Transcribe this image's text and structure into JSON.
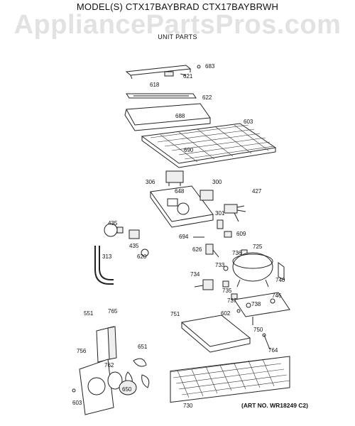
{
  "header": {
    "model_line": "MODEL(S) CTX17BAYBRAD  CTX17BAYBRWH",
    "watermark": "AppliancePartsPros.com",
    "subtitle": "UNIT PARTS"
  },
  "footer": {
    "art_number": "(ART NO. WR18249 C2)"
  },
  "callouts": [
    "683",
    "621",
    "618",
    "622",
    "688",
    "603",
    "690",
    "306",
    "648",
    "300",
    "427",
    "301",
    "609",
    "694",
    "435",
    "435",
    "313",
    "620",
    "626",
    "736",
    "725",
    "733",
    "734",
    "735",
    "740",
    "737",
    "746",
    "738",
    "602",
    "751",
    "551",
    "765",
    "750",
    "764",
    "756",
    "651",
    "762",
    "650",
    "603",
    "730"
  ],
  "colors": {
    "line": "#222222",
    "watermark": "#e2e2e2",
    "background": "#ffffff"
  }
}
